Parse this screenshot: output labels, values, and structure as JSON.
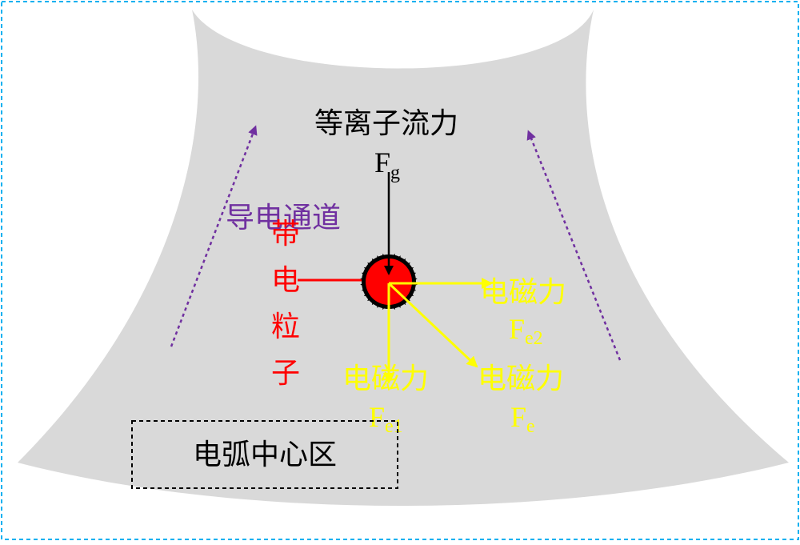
{
  "labels": {
    "plasma_flow_force": "等离子流力",
    "fg_main": "F",
    "fg_sub": "g",
    "conductive_channel": "导电通道",
    "charged_particle": [
      "带",
      "电",
      "粒",
      "子"
    ],
    "em_force": "电磁力",
    "fe2_main": "F",
    "fe2_sub": "e2",
    "fe1_main": "F",
    "fe1_sub": "e1",
    "fe_main": "F",
    "fe_sub": "e",
    "arc_center_zone": "电弧中心区"
  },
  "colors": {
    "plasma_fill": "#d9d9d9",
    "arrow_purple": "#7030a0",
    "particle_red": "#ff0000",
    "force_yellow": "#ffff00",
    "label_red": "#ff0000",
    "frame_cyan": "#00b0f0",
    "black": "#000000"
  }
}
